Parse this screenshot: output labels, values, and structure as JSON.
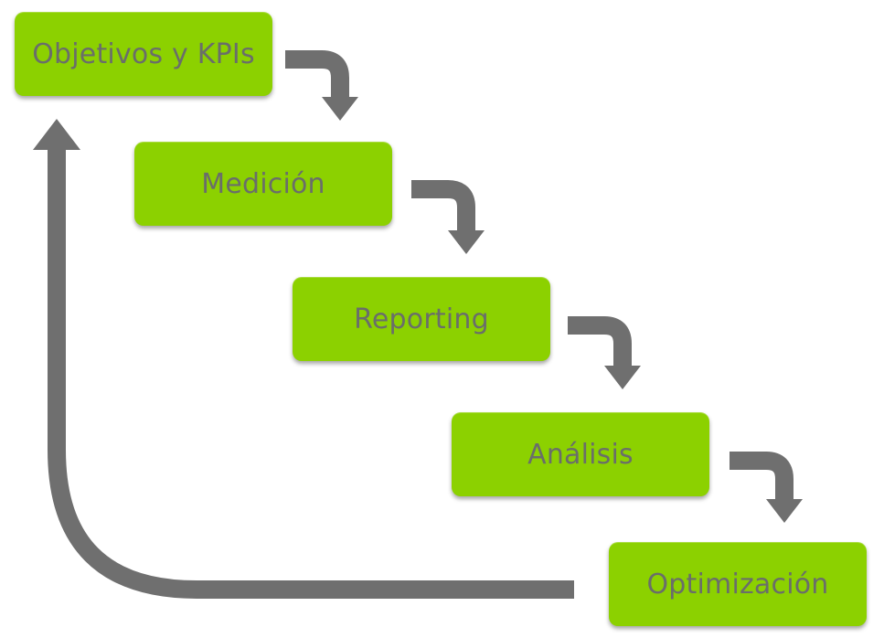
{
  "diagram": {
    "steps": [
      {
        "label": "Objetivos y KPIs"
      },
      {
        "label": "Medición"
      },
      {
        "label": "Reporting"
      },
      {
        "label": "Análisis"
      },
      {
        "label": "Optimización"
      }
    ],
    "colors": {
      "box": "#8cd100",
      "text": "#6a6e6a",
      "arrow": "#6f6f6f"
    }
  }
}
